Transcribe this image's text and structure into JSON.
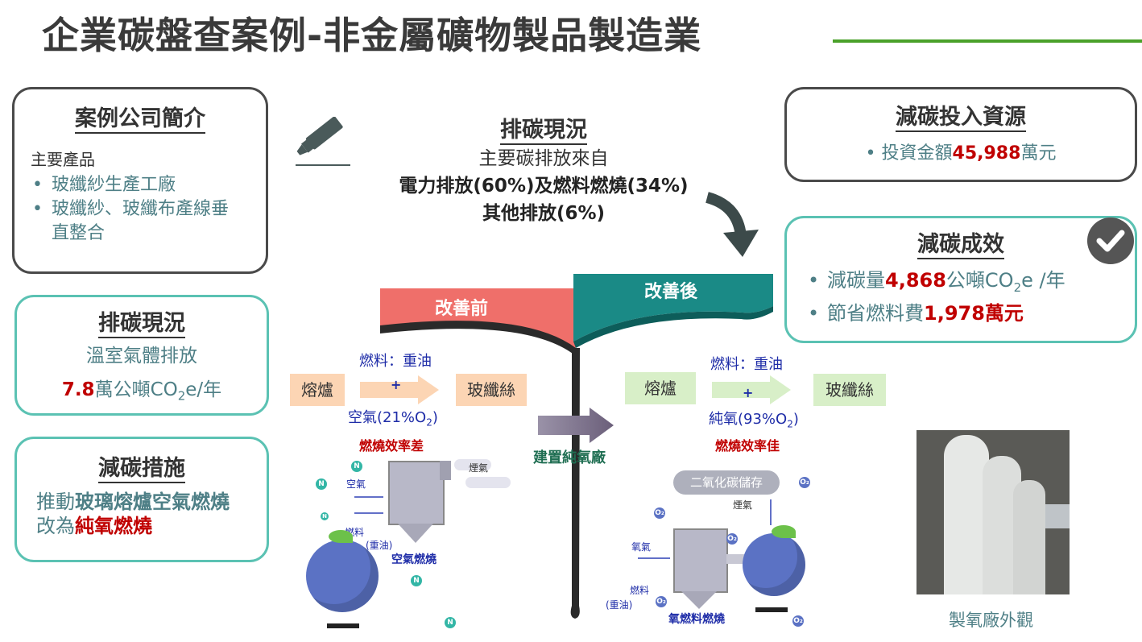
{
  "title": "企業碳盤查案例-非金屬礦物製品製造業",
  "intro": {
    "heading": "案例公司簡介",
    "subheading": "主要產品",
    "items": [
      "玻纖紗生產工廠",
      "玻纖紗、玻纖布產線垂直整合"
    ]
  },
  "emission_left": {
    "heading": "排碳現況",
    "line1": "溫室氣體排放",
    "value": "7.8",
    "unit_prefix": "萬公噸CO",
    "unit_sub": "2",
    "unit_suffix": "e/年"
  },
  "measures": {
    "heading": "減碳措施",
    "p1": "推動",
    "p1_bold": "玻璃熔爐空氣燃燒",
    "p2": "改為",
    "p2_red": "純氧燃燒"
  },
  "emission_center": {
    "heading": "排碳現況",
    "line1": "主要碳排放來自",
    "line2": "電力排放(60%)及燃料燃燒(34%)",
    "line3": "其他排放(6%)"
  },
  "investment": {
    "heading": "減碳投入資源",
    "label": "投資金額",
    "value": "45,988",
    "unit": "萬元"
  },
  "results": {
    "heading": "減碳成效",
    "r1_label": "減碳量",
    "r1_value": "4,868",
    "r1_unit_a": "公噸CO",
    "r1_sub": "2",
    "r1_unit_b": "e /年",
    "r2_label": "節省燃料費",
    "r2_value": "1,978萬元"
  },
  "before": {
    "banner": "改善前",
    "fuel": "燃料：重油",
    "furnace": "熔爐",
    "plus": "+",
    "product": "玻纖絲",
    "air_a": "空氣(21%O",
    "air_sub": "2",
    "air_b": ")",
    "efficiency": "燃燒效率差",
    "il_exhaust": "煙氣",
    "il_air": "空氣",
    "il_fuel": "燃料",
    "il_oil": "(重油)",
    "il_caption": "空氣燃燒",
    "il_n": "N"
  },
  "after": {
    "banner": "改善後",
    "fuel": "燃料：重油",
    "furnace": "熔爐",
    "plus": "+",
    "product": "玻纖絲",
    "oxy_a": "純氧(93%O",
    "oxy_sub": "2",
    "oxy_b": ")",
    "efficiency": "燃燒效率佳",
    "il_storage": "二氧化碳儲存",
    "il_exhaust": "煙氣",
    "il_oxygen": "氧氣",
    "il_fuel": "燃料",
    "il_oil": "(重油)",
    "il_caption": "氧燃料燃燒",
    "il_o2": "O₂"
  },
  "middle_label": "建置純氧廠",
  "photo_caption": "製氧廠外觀",
  "colors": {
    "before_banner": "#ef6f6a",
    "after_banner": "#1a8a86",
    "furnace_before": "#fcd5b4",
    "furnace_after": "#d8efc8",
    "teal_border": "#5bc2b3",
    "gray_border": "#4a4a4a",
    "accent_red": "#c00000",
    "title_line": "#4aa12a"
  }
}
